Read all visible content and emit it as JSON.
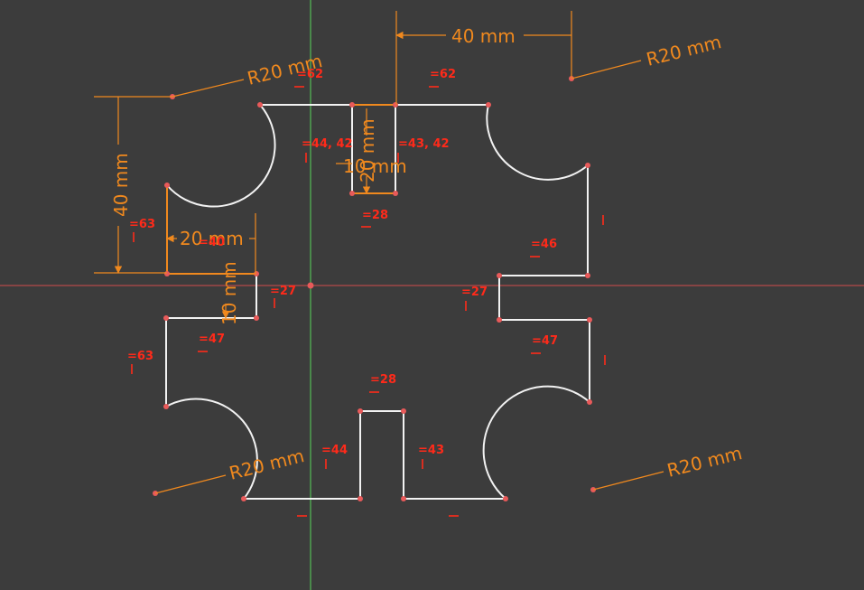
{
  "colors": {
    "background": "#3c3c3c",
    "geometry": "#f2f2f2",
    "dimension": "#f0891e",
    "constraint": "#ff2a1a",
    "vertex": "#e85a5a",
    "axis_horizontal": "#d24b4b",
    "axis_vertical": "#59d65a"
  },
  "dimensions": {
    "top_width": "40 mm",
    "radius_top_left": "R20 mm",
    "radius_top_right": "R20 mm",
    "radius_bottom_left": "R20 mm",
    "radius_bottom_right": "R20 mm",
    "left_height": "40 mm",
    "slot_height": "20 mm",
    "slot_width": "10 mm",
    "left_slot_width": "20 mm",
    "left_slot_height": "10 mm"
  },
  "constraints": {
    "c62_a": "62",
    "c62_b": "62",
    "c44_42": "44, 42",
    "c43_42": "43, 42",
    "c28_top": "28",
    "c63_top": "63",
    "c40": "40",
    "c46": "46",
    "c27_left": "27",
    "c27_right": "27",
    "c47_left": "47",
    "c47_right": "47",
    "c63_bottom": "63",
    "c28_bottom": "28",
    "c44": "44",
    "c43": "43"
  }
}
